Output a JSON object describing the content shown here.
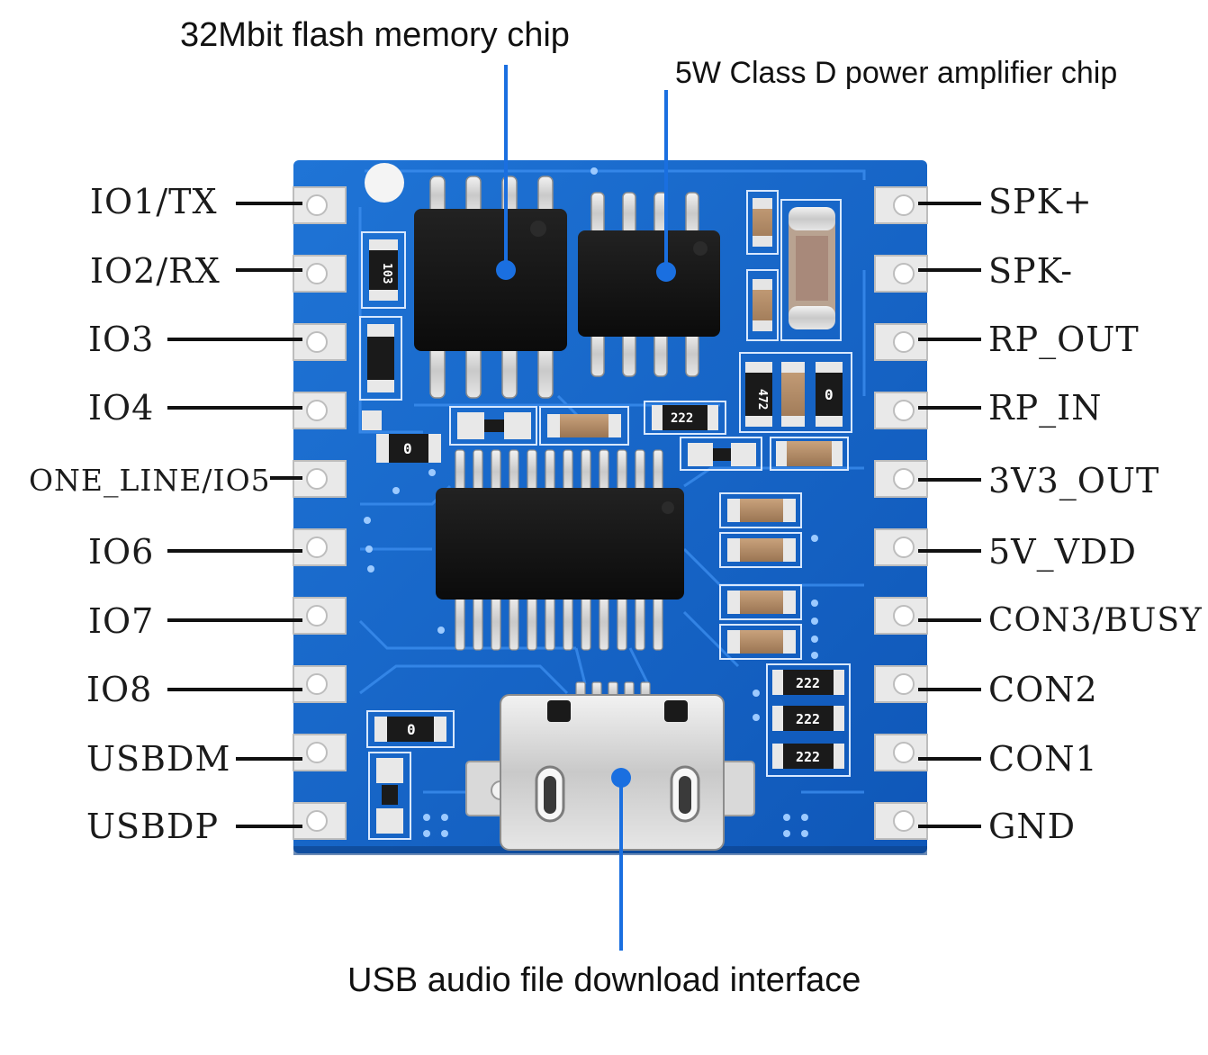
{
  "callouts": {
    "flash": "32Mbit flash memory chip",
    "amp": "5W Class D power amplifier chip",
    "usb": "USB audio file download interface"
  },
  "pins_left": [
    "IO1/TX",
    "IO2/RX",
    "IO3",
    "IO4",
    "ONE_LINE/IO5",
    "IO6",
    "IO7",
    "IO8",
    "USBDM",
    "USBDP"
  ],
  "pins_right": [
    "SPK+",
    "SPK-",
    "RP_OUT",
    "RP_IN",
    "3V3_OUT",
    "5V_VDD",
    "CON3/BUSY",
    "CON2",
    "CON1",
    "GND"
  ],
  "silkscreen": {
    "r103": "103",
    "r472": "472",
    "r222_a": "222",
    "r222_b": "222",
    "r222_c": "222",
    "r222_d": "222",
    "r0_a": "0",
    "r0_b": "0",
    "r0_c": "0"
  },
  "colors": {
    "board": "#1565c8",
    "board_dark": "#0d4fa8",
    "trace": "#2b7de0",
    "chip": "#141414",
    "pad": "#e8e8e8",
    "callout_line": "#1a6fe0"
  }
}
